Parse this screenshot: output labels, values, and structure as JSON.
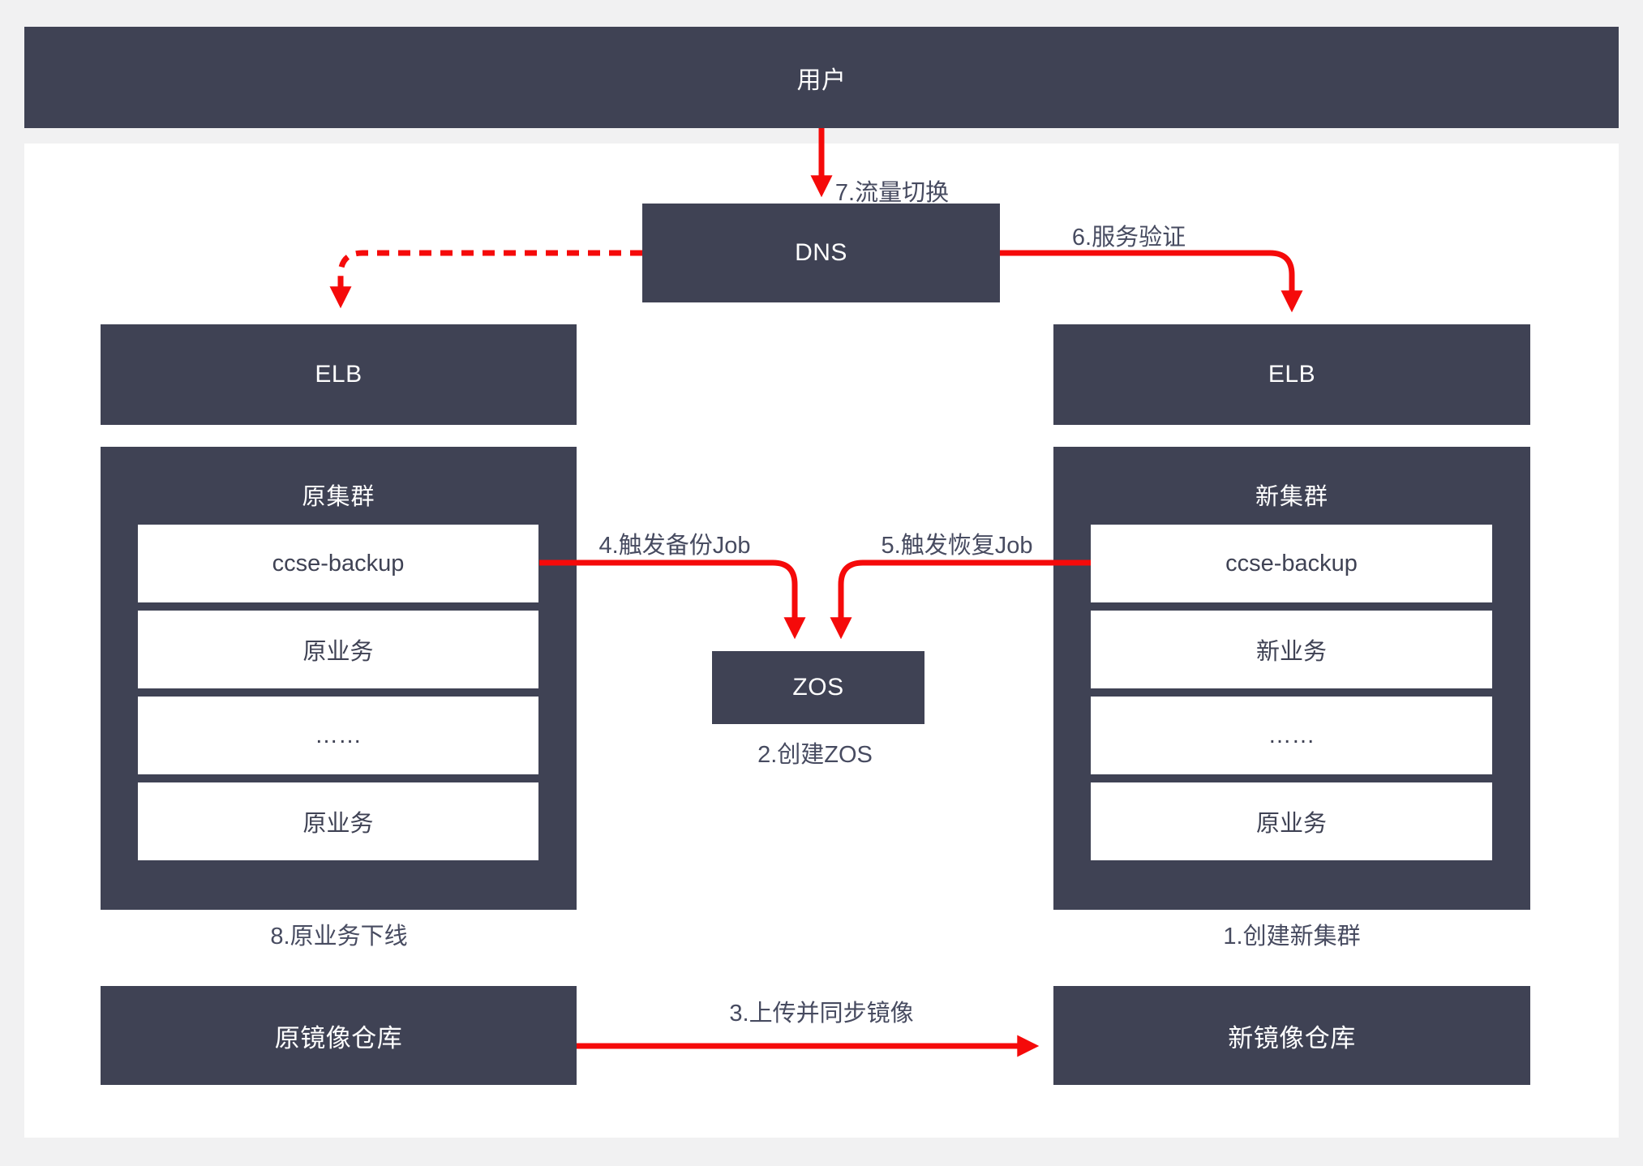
{
  "colors": {
    "background": "#f1f1f2",
    "panel": "#ffffff",
    "node_fill": "#3f4254",
    "node_text": "#ffffff",
    "inner_box_fill": "#ffffff",
    "inner_box_text": "#3f4254",
    "step_label_text": "#474b60",
    "arrow_red": "#f50a0a"
  },
  "nodes": {
    "user": "用户",
    "dns": "DNS",
    "elb_left": "ELB",
    "elb_right": "ELB",
    "zos": "ZOS",
    "old_registry": "原镜像仓库",
    "new_registry": "新镜像仓库"
  },
  "clusters": {
    "old": {
      "title": "原集群",
      "items": [
        "ccse-backup",
        "原业务",
        "……",
        "原业务"
      ]
    },
    "new": {
      "title": "新集群",
      "items": [
        "ccse-backup",
        "新业务",
        "……",
        "原业务"
      ]
    }
  },
  "steps": {
    "s1": "1.创建新集群",
    "s2": "2.创建ZOS",
    "s3": "3.上传并同步镜像",
    "s4": "4.触发备份Job",
    "s5": "5.触发恢复Job",
    "s6": "6.服务验证",
    "s7": "7.流量切换",
    "s8": "8.原业务下线"
  }
}
